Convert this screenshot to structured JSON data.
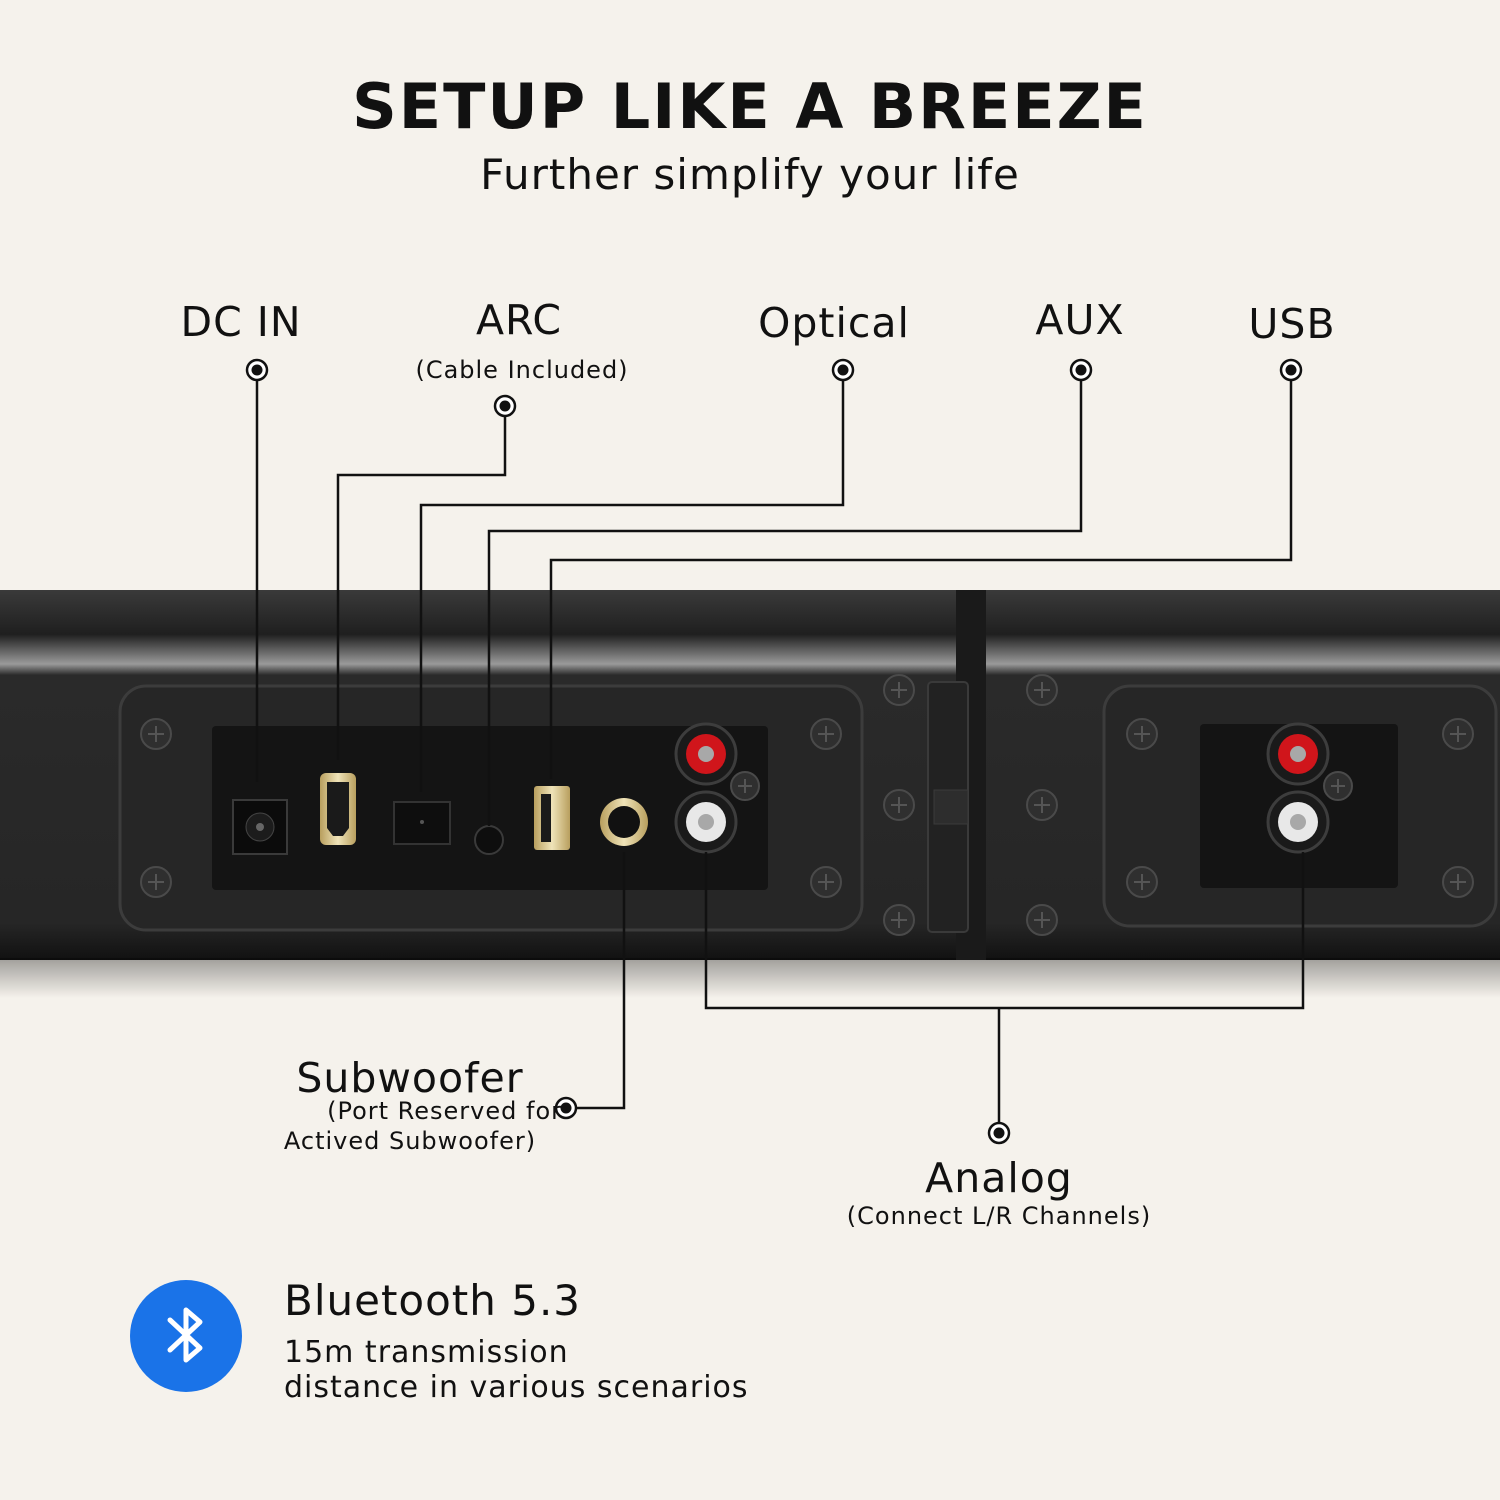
{
  "header": {
    "title": "SETUP LIKE A BREEZE",
    "subtitle": "Further simplify your life"
  },
  "ports": {
    "dc_in": {
      "label": "DC IN"
    },
    "arc": {
      "label": "ARC",
      "note": "(Cable Included)"
    },
    "optical": {
      "label": "Optical"
    },
    "aux": {
      "label": "AUX"
    },
    "usb": {
      "label": "USB"
    }
  },
  "subwoofer": {
    "label": "Subwoofer",
    "note_line1": "(Port Reserved for",
    "note_line2": "Actived Subwoofer)"
  },
  "analog": {
    "label": "Analog",
    "note": "(Connect L/R Channels)"
  },
  "bluetooth": {
    "icon": "bluetooth-icon",
    "title": "Bluetooth 5.3",
    "desc_line1": "15m transmission",
    "desc_line2": "distance in various scenarios",
    "color": "#1a73e8"
  },
  "colors": {
    "background": "#f5f2ec",
    "soundbar": "#2b2b2b",
    "rca_red": "#d0151b",
    "rca_white": "#e8e8e8",
    "gold": "#d8c490"
  }
}
